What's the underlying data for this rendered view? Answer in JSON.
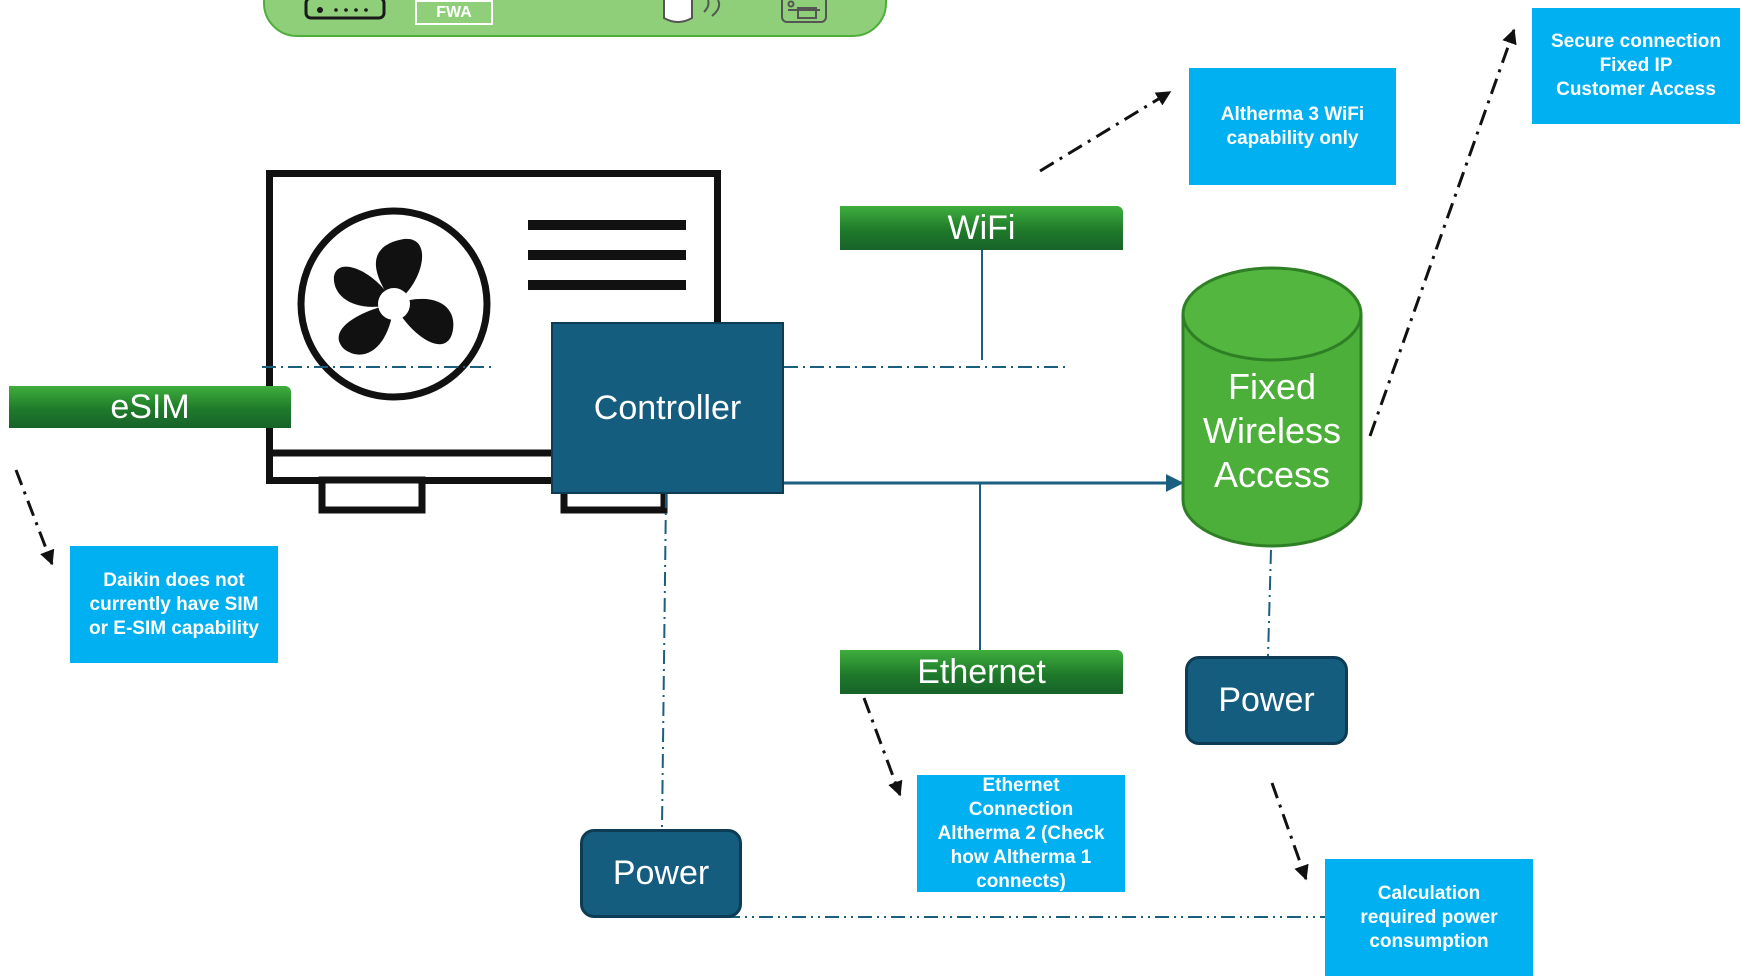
{
  "labels": {
    "esim": "eSIM",
    "wifi": "WiFi",
    "ethernet": "Ethernet",
    "controller": "Controller",
    "fwa": "Fixed\nWireless\nAccess",
    "power_left": "Power",
    "power_right": "Power",
    "top_banner_tag": "FWA"
  },
  "notes": {
    "daikin": "Daikin does not\ncurrently have SIM\nor E-SIM capability",
    "altherma3": "Altherma 3 WiFi\ncapability only",
    "secure": "Secure connection\nFixed IP\nCustomer Access",
    "ethernet": "Ethernet\nConnection\nAltherma 2 (Check\nhow Altherma 1\nconnects)",
    "power": "Calculation\nrequired power\nconsumption"
  },
  "icons": {
    "heat_pump": "heat-pump-icon",
    "fan": "fan-icon",
    "router": "router-icon",
    "antenna": "antenna-icon"
  },
  "colors": {
    "green_label": "#1f7a2a",
    "note_blue": "#00b0f0",
    "controller_blue": "#155d7f",
    "fwa_green": "#4caf3a",
    "connector_blue": "#1a5f80"
  }
}
